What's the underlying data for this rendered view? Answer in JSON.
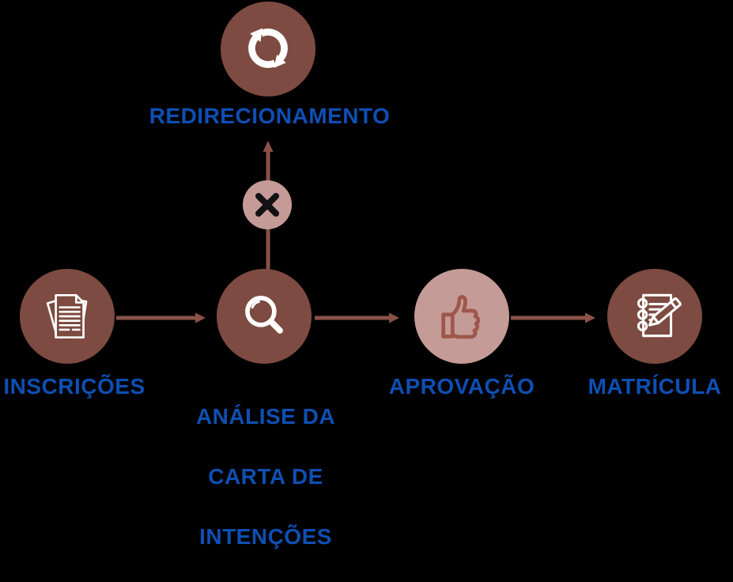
{
  "diagram_title": "admission process flow",
  "palette": {
    "background": "#000000",
    "circle_dark": "#7D4B41",
    "circle_light": "#C59B97",
    "arrow_brown": "#8A5247",
    "label_blue": "#0E4FB4",
    "icon_white": "#FFFFFF",
    "thumb_outline": "#9E574B",
    "x_mark": "#141114"
  },
  "nodes": {
    "inscricoes": {
      "label": "INSCRIÇÕES",
      "icon": "documents-icon",
      "style": "dark"
    },
    "analise": {
      "label_lines": [
        "ANÁLISE DA",
        "CARTA DE",
        "INTENÇÕES"
      ],
      "icon": "magnifier-icon",
      "style": "dark"
    },
    "aprovacao": {
      "label": "APROVAÇÃO",
      "icon": "thumbs-up-icon",
      "style": "light"
    },
    "matricula": {
      "label": "MATRÍCULA",
      "icon": "notebook-pencil-icon",
      "style": "dark"
    },
    "redirecionamento": {
      "label": "REDIRECIONAMENTO",
      "icon": "cycle-arrows-icon",
      "style": "dark"
    },
    "rejeicao": {
      "label": "",
      "icon": "x-icon",
      "style": "light"
    }
  },
  "flow": {
    "main_path": [
      "INSCRIÇÕES",
      "ANÁLISE DA CARTA DE INTENÇÕES",
      "APROVAÇÃO",
      "MATRÍCULA"
    ],
    "branch": {
      "from": "ANÁLISE DA CARTA DE INTENÇÕES",
      "via": "X (rejeição)",
      "to": "REDIRECIONAMENTO"
    }
  }
}
